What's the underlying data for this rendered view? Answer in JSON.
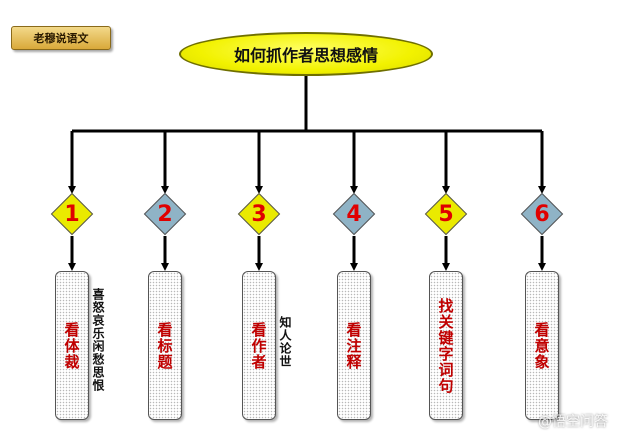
{
  "header": {
    "badge_text": "老穆说语文"
  },
  "root": {
    "title": "如何抓作者思想感情"
  },
  "colors": {
    "diamond_yellow": "#eaea00",
    "diamond_blue": "#8fb3c6",
    "number_red": "#e00000",
    "label_red": "#c00000"
  },
  "steps": [
    {
      "num": "1",
      "label": "看体裁",
      "diamond": "yellow",
      "note": "喜怒哀乐闲愁思恨"
    },
    {
      "num": "2",
      "label": "看标题",
      "diamond": "blue",
      "note": ""
    },
    {
      "num": "3",
      "label": "看作者",
      "diamond": "yellow",
      "note": "知人论世"
    },
    {
      "num": "4",
      "label": "看注释",
      "diamond": "blue",
      "note": ""
    },
    {
      "num": "5",
      "label": "找关键字词句",
      "diamond": "yellow",
      "note": ""
    },
    {
      "num": "6",
      "label": "看意象",
      "diamond": "blue",
      "note": ""
    }
  ],
  "watermark": "@悟空问答"
}
